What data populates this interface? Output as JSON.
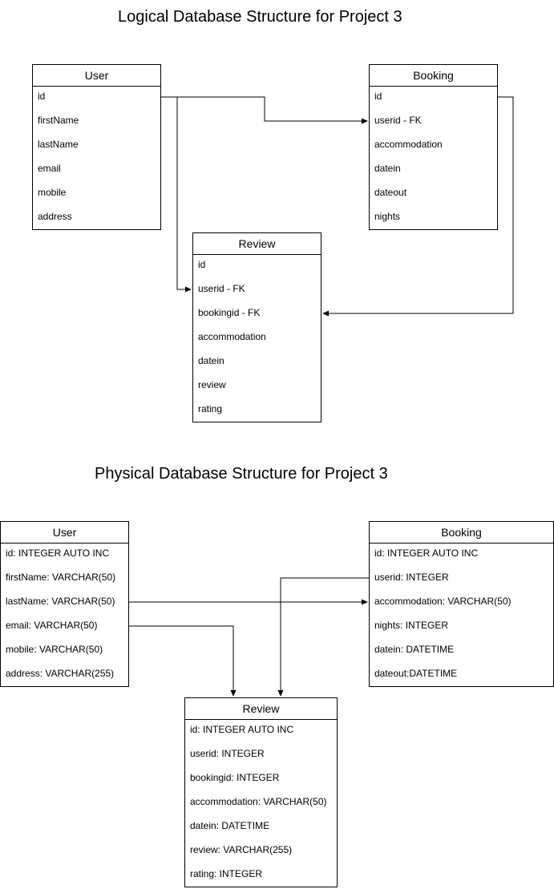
{
  "logical": {
    "title": "Logical Database Structure for Project 3",
    "user": {
      "name": "User",
      "fields": [
        "id",
        "firstName",
        "lastName",
        "email",
        "mobile",
        "address"
      ]
    },
    "booking": {
      "name": "Booking",
      "fields": [
        "id",
        "userid - FK",
        "accommodation",
        "datein",
        "dateout",
        "nights"
      ]
    },
    "review": {
      "name": "Review",
      "fields": [
        "id",
        "userid - FK",
        "bookingid - FK",
        "accommodation",
        "datein",
        "review",
        "rating"
      ]
    }
  },
  "physical": {
    "title": "Physical Database Structure for Project 3",
    "user": {
      "name": "User",
      "fields": [
        "id: INTEGER AUTO INC",
        "firstName: VARCHAR(50)",
        "lastName: VARCHAR(50)",
        "email: VARCHAR(50)",
        "mobile: VARCHAR(50)",
        "address: VARCHAR(255)"
      ]
    },
    "booking": {
      "name": "Booking",
      "fields": [
        "id: INTEGER AUTO INC",
        "userid: INTEGER",
        "accommodation: VARCHAR(50)",
        "nights: INTEGER",
        "datein: DATETIME",
        "dateout:DATETIME"
      ]
    },
    "review": {
      "name": "Review",
      "fields": [
        "id: INTEGER AUTO INC",
        "userid: INTEGER",
        "bookingid: INTEGER",
        "accommodation: VARCHAR(50)",
        "datein: DATETIME",
        "review: VARCHAR(255)",
        "rating: INTEGER"
      ]
    }
  },
  "colors": {
    "line": "#000000",
    "background": "#ffffff"
  }
}
